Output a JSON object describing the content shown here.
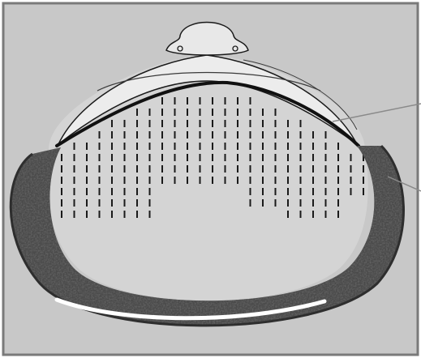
{
  "diagram": {
    "kind": "top-down view of a head showing a transplant/graft area above a fringe of hair",
    "colors": {
      "background": "#c8c8c8",
      "panel_border": "#7a7a7a",
      "scalp_fill": "#d4d4d4",
      "front_band": "#e8e8e8",
      "outline": "#1a1a1a",
      "hair": "#3a3a3a",
      "pointer_line": "#8a8a8a",
      "highlight_line": "#ffffff"
    },
    "regions": [
      {
        "name": "forehead-band",
        "icon": "forehead-outline"
      },
      {
        "name": "nose-ears-top",
        "icon": "nose-outline"
      },
      {
        "name": "hairline-curve",
        "icon": "bold-hairline"
      },
      {
        "name": "graft-grid",
        "icon": "vertical-dash-grid"
      },
      {
        "name": "fringe-hair",
        "icon": "dense-hair-texture"
      },
      {
        "name": "nape-highlight",
        "icon": "white-curve"
      },
      {
        "name": "pointer-lines",
        "icon": "leader-lines"
      }
    ]
  }
}
